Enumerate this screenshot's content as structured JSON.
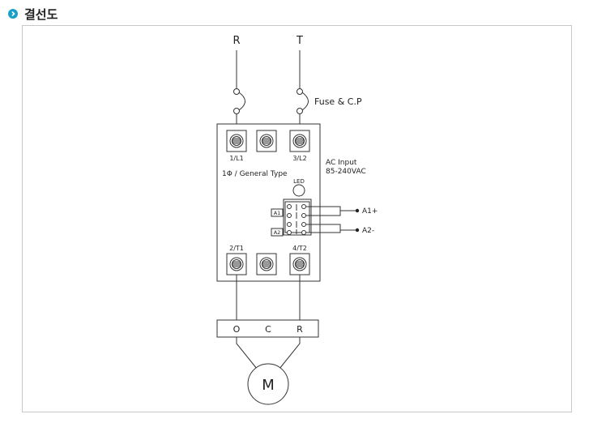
{
  "header": {
    "title": "결선도",
    "bullet_icon": "chevron-right-circle-icon",
    "accent_color": "#1aa0c8"
  },
  "diagram": {
    "phase_r": "R",
    "phase_t": "T",
    "fuse_label": "Fuse & C.P",
    "terminal_l1": "1/L1",
    "terminal_l2": "3/L2",
    "terminal_t1": "2/T1",
    "terminal_t2": "4/T2",
    "device_type": "1Φ / General Type",
    "ac_input_line1": "AC Input",
    "ac_input_line2": "85-240VAC",
    "led_label": "LED",
    "a1_box": "A1",
    "a2_box": "A2",
    "a1_plus": "A1+",
    "a2_minus": "A2-",
    "ocr_o": "O",
    "ocr_c": "C",
    "ocr_r": "R",
    "motor": "M"
  }
}
